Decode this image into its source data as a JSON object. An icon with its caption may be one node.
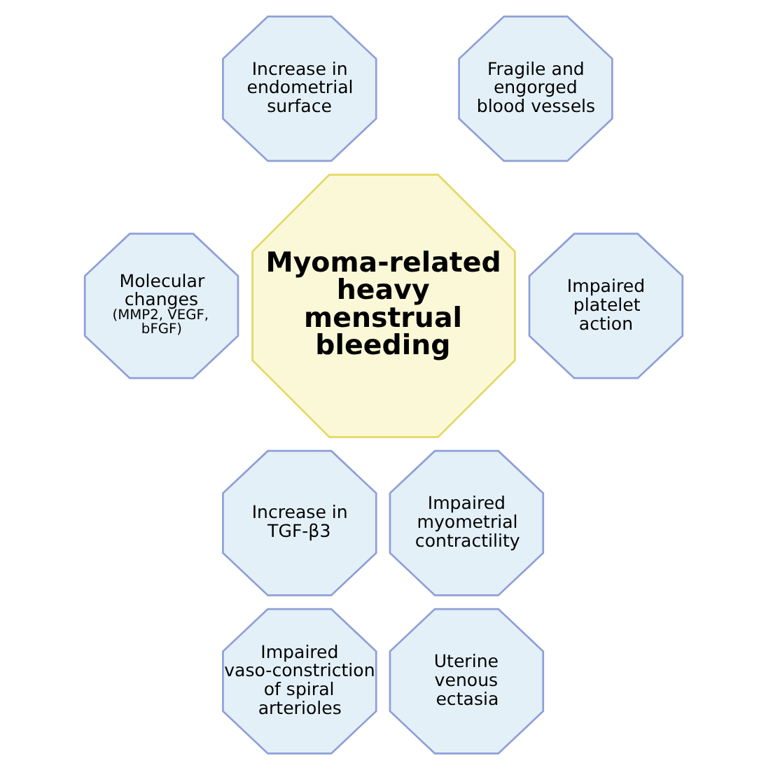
{
  "diagram": {
    "nodes": [
      {
        "text": [
          "Increase in endometrial surface"
        ]
      },
      {
        "text": [
          "Fragile and engorged blood vessels"
        ]
      },
      {
        "text": [
          "Molecular changes",
          "(MMP2, VEGF, bFGF)"
        ]
      },
      {
        "text": [
          "Myoma-related heavy menstrual bleeding"
        ]
      },
      {
        "text": [
          "Impaired platelet action"
        ]
      },
      {
        "text": [
          "Increase in TGF-β3"
        ]
      },
      {
        "text": [
          "Impaired myometrial contractility"
        ]
      },
      {
        "text": [
          "Impaired vaso-constriction of spiral arterioles"
        ]
      },
      {
        "text": [
          "Uterine venous ectasia"
        ]
      }
    ],
    "edges": []
  }
}
